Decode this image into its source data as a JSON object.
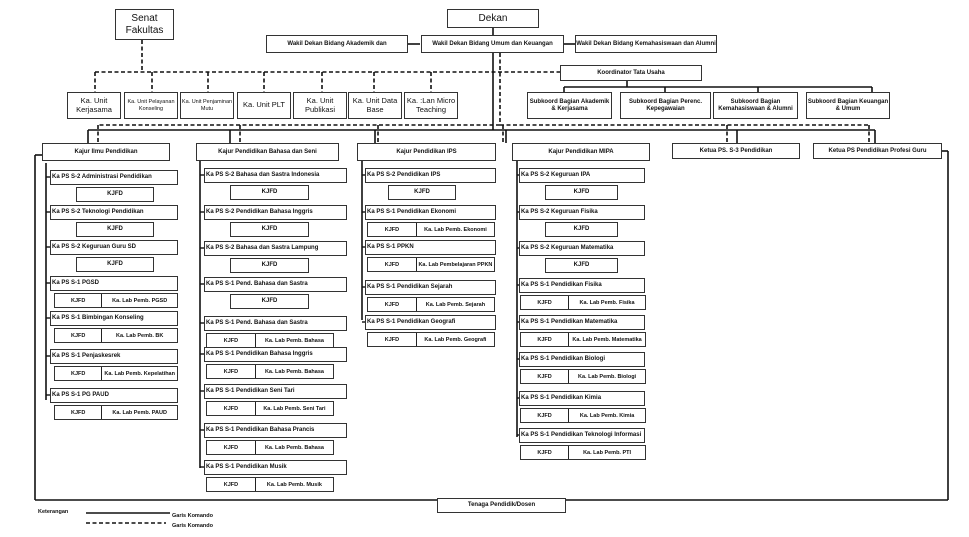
{
  "top": {
    "senat": "Senat Fakultas",
    "dekan": "Dekan",
    "wd_akademik": "Wakil Dekan Bidang Akademik dan",
    "wd_umum": "Wakil Dekan Bidang Umum dan Keuangan",
    "wd_kemahasiswaan": "Wakil Dekan Bidang Kemahasiswaan dan Alumni"
  },
  "units": [
    "Ka. Unit Kerjasama",
    "Ka. Unit Pelayanan Konseling",
    "Ka. Unit Penjaminan Mutu",
    "Ka. Unit PLT",
    "Ka. Unit Publikasi",
    "Ka. Unit Data Base",
    "Ka. :Lan Micro Teaching"
  ],
  "tata_usaha": {
    "title": "Koordinator Tata Usaha",
    "subkoord": [
      "Subkoord Bagian Akademik & Kerjasama",
      "Subkoord Bagian Perenc. Kepegawaian",
      "Subkoord Bagian Kemahasiswaan & Alumni",
      "Subkoord Bagian Keuangan & Umum"
    ]
  },
  "kajur": [
    {
      "title": "Kajur Ilmu Pendidikan",
      "programs": [
        {
          "name": "Ka PS S-2 Administrasi Pendidikan",
          "kjfd": "KJFD",
          "lab": null
        },
        {
          "name": "Ka PS S-2 Teknologi Pendidikan",
          "kjfd": "KJFD",
          "lab": null
        },
        {
          "name": "Ka PS S-2 Keguruan Guru SD",
          "kjfd": "KJFD",
          "lab": null
        },
        {
          "name": "Ka PS S-1 PGSD",
          "kjfd": "KJFD",
          "lab": "Ka. Lab Pemb. PGSD"
        },
        {
          "name": "Ka PS S-1 Bimbingan Konseling",
          "kjfd": "KJFD",
          "lab": "Ka. Lab Pemb. BK"
        },
        {
          "name": "Ka PS S-1 Penjaskesrek",
          "kjfd": "KJFD",
          "lab": "Ka. Lab Pemb. Kepelatihan"
        },
        {
          "name": "Ka PS S-1 PG PAUD",
          "kjfd": "KJFD",
          "lab": "Ka. Lab Pemb. PAUD"
        }
      ]
    },
    {
      "title": "Kajur Pendidikan Bahasa dan Seni",
      "programs": [
        {
          "name": "Ka PS S-2 Bahasa dan Sastra Indonesia",
          "kjfd": "KJFD",
          "lab": null
        },
        {
          "name": "Ka PS S-2 Pendidikan Bahasa Inggris",
          "kjfd": "KJFD",
          "lab": null
        },
        {
          "name": "Ka PS S-2 Bahasa dan Sastra Lampung",
          "kjfd": "KJFD",
          "lab": null
        },
        {
          "name": "Ka PS S-1 Pend. Bahasa dan Sastra",
          "kjfd": "KJFD",
          "lab": null
        },
        {
          "name": "Ka PS S-1 Pend. Bahasa dan Sastra",
          "kjfd": "KJFD",
          "lab": "Ka. Lab Pemb. Bahasa"
        },
        {
          "name": "Ka PS S-1 Pendidikan Bahasa Inggris",
          "kjfd": "KJFD",
          "lab": "Ka. Lab Pemb. Bahasa"
        },
        {
          "name": "Ka PS S-1 Pendidikan Seni Tari",
          "kjfd": "KJFD",
          "lab": "Ka. Lab Pemb. Seni Tari"
        },
        {
          "name": "Ka PS S-1 Pendidikan Bahasa Prancis",
          "kjfd": "KJFD",
          "lab": "Ka. Lab Pemb. Bahasa"
        },
        {
          "name": "Ka PS S-1 Pendidikan Musik",
          "kjfd": "KJFD",
          "lab": "Ka. Lab Pemb. Musik"
        }
      ]
    },
    {
      "title": "Kajur Pendidikan IPS",
      "programs": [
        {
          "name": "Ka PS S-2 Pendidikan IPS",
          "kjfd": "KJFD",
          "lab": null
        },
        {
          "name": "Ka PS S-1 Pendidikan Ekonomi",
          "kjfd": "KJFD",
          "lab": "Ka. Lab Pemb. Ekonomi"
        },
        {
          "name": "Ka PS S-1 PPKN",
          "kjfd": "KJFD",
          "lab": "Ka. Lab Pembelajaran PPKN"
        },
        {
          "name": "Ka PS S-1 Pendidikan Sejarah",
          "kjfd": "KJFD",
          "lab": "Ka. Lab Pemb. Sejarah"
        },
        {
          "name": "Ka PS S-1 Pendidikan Geografi",
          "kjfd": "KJFD",
          "lab": "Ka. Lab Pemb. Geografi"
        }
      ]
    },
    {
      "title": "Kajur Pendidikan MIPA",
      "programs": [
        {
          "name": "Ka PS S-2 Keguruan IPA",
          "kjfd": "KJFD",
          "lab": null
        },
        {
          "name": "Ka PS S-2 Keguruan Fisika",
          "kjfd": "KJFD",
          "lab": null
        },
        {
          "name": "Ka PS S-2 Keguruan Matematika",
          "kjfd": "KJFD",
          "lab": null
        },
        {
          "name": "Ka PS S-1 Pendidikan Fisika",
          "kjfd": "KJFD",
          "lab": "Ka. Lab Pemb. Fisika"
        },
        {
          "name": "Ka PS S-1 Pendidikan Matematika",
          "kjfd": "KJFD",
          "lab": "Ka. Lab Pemb. Matematika"
        },
        {
          "name": "Ka PS S-1 Pendidikan Biologi",
          "kjfd": "KJFD",
          "lab": "Ka. Lab Pemb. Biologi"
        },
        {
          "name": "Ka PS S-1 Pendidikan Kimia",
          "kjfd": "KJFD",
          "lab": "Ka. Lab Pemb. Kimia"
        },
        {
          "name": "Ka PS S-1 Pendidikan Teknologi Informasi",
          "kjfd": "KJFD",
          "lab": "Ka. Lab Pemb. PTI"
        }
      ]
    }
  ],
  "ketua": {
    "s3": "Ketua PS. S-3 Pendidikan",
    "profesi": "Ketua PS Pendidikan Profesi Guru"
  },
  "tenaga": "Tenaga Pendidik/Dosen",
  "legend": {
    "title": "Keterangan",
    "solid": "Garis Komando",
    "dashed": "Garis Komando"
  }
}
